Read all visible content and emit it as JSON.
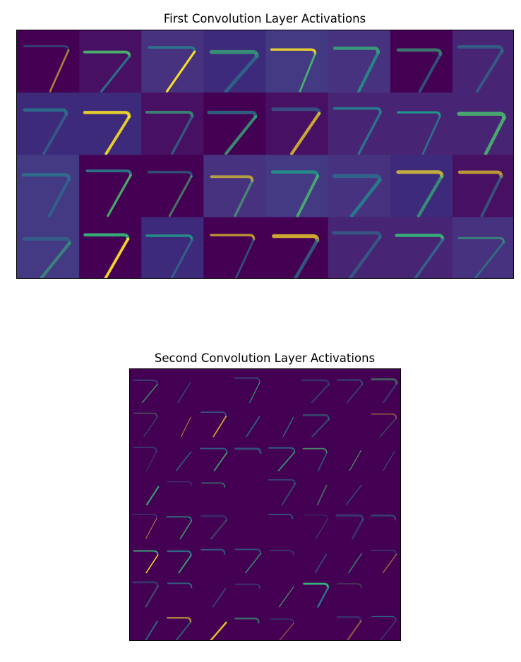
{
  "chart_data": [
    {
      "type": "heatmap",
      "title": "First Convolution Layer Activations",
      "grid": false,
      "axes_visible": false,
      "colormap": "viridis",
      "tile_rows": 4,
      "tile_cols": 8,
      "feature_maps": 32,
      "subject": "handwritten digit 7"
    },
    {
      "type": "heatmap",
      "title": "Second Convolution Layer Activations",
      "grid": false,
      "axes_visible": false,
      "colormap": "viridis",
      "tile_rows": 8,
      "tile_cols": 8,
      "feature_maps": 64,
      "subject": "handwritten digit 7"
    }
  ],
  "colors": {
    "background": "#440154",
    "low": "#46327e",
    "mid": "#277f8e",
    "high": "#4ac16d",
    "peak": "#fde725"
  }
}
